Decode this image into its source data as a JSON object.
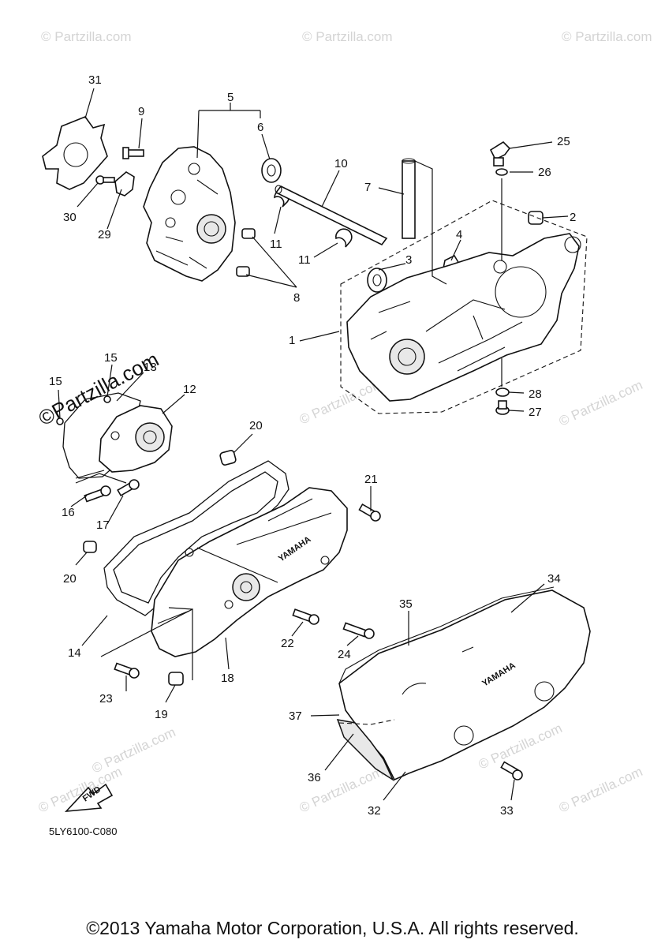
{
  "diagram": {
    "drawing_code": "5LY6100-C080",
    "copyright": "©2013 Yamaha Motor Corporation, U.S.A. All rights reserved.",
    "watermark": "© Partzilla.com",
    "watermark_large": "©Partzilla.com",
    "fwd_label": "FWD",
    "brand_label": "YAMAHA",
    "callouts": [
      "31",
      "5",
      "6",
      "9",
      "30",
      "29",
      "10",
      "7",
      "25",
      "26",
      "2",
      "11",
      "11",
      "4",
      "3",
      "8",
      "1",
      "28",
      "27",
      "15",
      "15",
      "13",
      "12",
      "20",
      "21",
      "16",
      "17",
      "20",
      "14",
      "18",
      "22",
      "24",
      "35",
      "34",
      "23",
      "19",
      "37",
      "36",
      "32",
      "33"
    ]
  }
}
